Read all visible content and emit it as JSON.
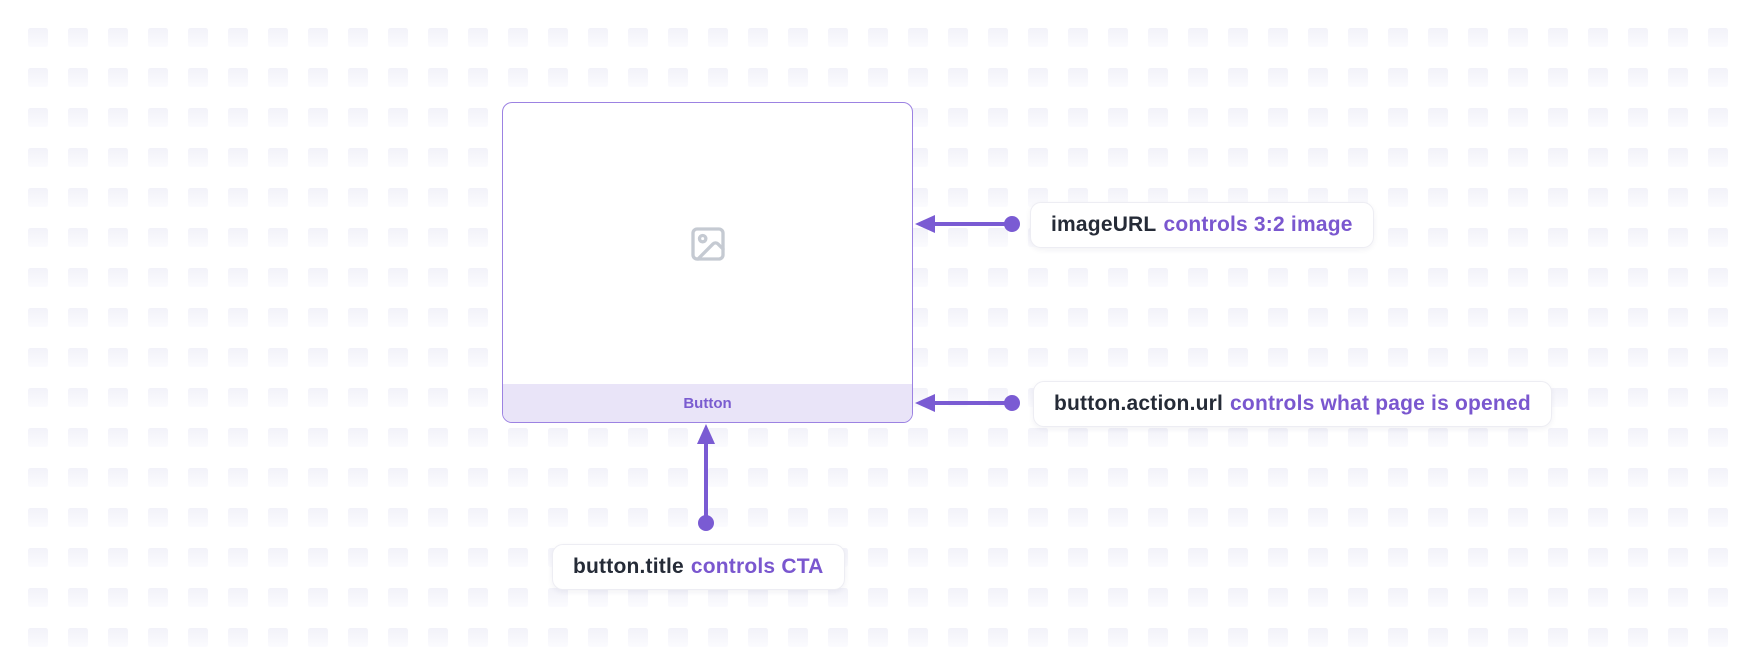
{
  "card": {
    "button_label": "Button"
  },
  "annotations": [
    {
      "field": "imageURL",
      "description": "controls 3:2 image"
    },
    {
      "field": "button.action.url",
      "description": "controls what page is opened"
    },
    {
      "field": "button.title",
      "description": "controls CTA"
    }
  ],
  "colors": {
    "accent": "#7a5bd3",
    "label-field-text": "#252b37",
    "label-desc-text": "#7a57cf",
    "card-border": "#9c82e2",
    "button-bg": "#e9e4f8",
    "button-text": "#7a5cd0",
    "icon-gray": "#c5cad2",
    "grid-square": "#f2f2f9"
  }
}
